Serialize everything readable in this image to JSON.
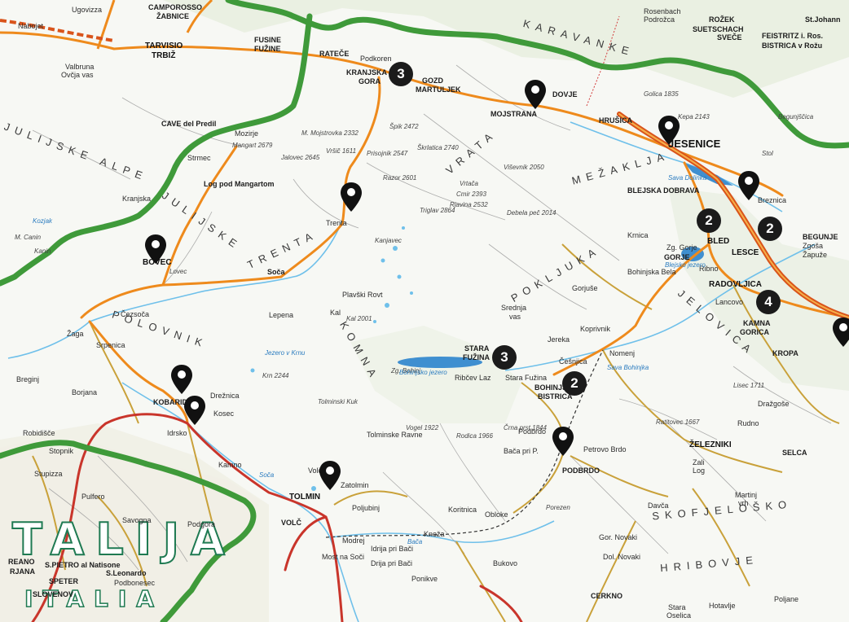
{
  "map": {
    "countries": {
      "italy": "TALIJA",
      "italy_alt": "ITALIA"
    },
    "regions": [
      "JULIJSKE ALPE",
      "KARAVANKE",
      "JULIJSKE",
      "TRENTA",
      "KOMNA",
      "POLOVNIK",
      "POKLJUKA",
      "JELOVICA",
      "VRATA",
      "MEŽAKLJA",
      "SKOFJELOŠKO",
      "HRIBOVJE"
    ],
    "towns_major": [
      "JESENICE",
      "BLED",
      "LESCE",
      "RADOVLJICA",
      "TOLMIN",
      "BOVEC",
      "ŽELEZNIKI",
      "TARVISIO",
      "TRBIŽ"
    ],
    "towns": [
      "CAMPOROSSO",
      "ŽABNICE",
      "Ugovizza",
      "Nabojet",
      "Valbruna",
      "Ovčja vas",
      "FUSINE",
      "FUŽINE",
      "RATEČE",
      "Podkoren",
      "KRANJSKA",
      "GORA",
      "GOZD",
      "MARTULJEK",
      "DOVJE",
      "MOJSTRANA",
      "HRUŠICA",
      "Rosenbach",
      "Podrožca",
      "ROŽEK",
      "SUETSCHACH",
      "SVEČE",
      "FEISTRITZ i. Ros.",
      "BISTRICA v Rožu",
      "St.Johann",
      "BLEJSKA DOBRAVA",
      "Breznica",
      "BEGUNJE",
      "Zgoša",
      "Žapuže",
      "Lancovo",
      "KAMNA",
      "GORICA",
      "KROPA",
      "Dražgoše",
      "Rudno",
      "Zali",
      "Log",
      "SELCA",
      "Martinj",
      "vrh",
      "Davča",
      "Gor. Novaki",
      "Dol. Novaki",
      "Stara",
      "Oselica",
      "Hotavlje",
      "Poljane",
      "CERKNO",
      "Bukovo",
      "Kneža",
      "Koritnica",
      "Obloke",
      "Ponikve",
      "Drija pri Bači",
      "Modrej",
      "Most na Soči",
      "Idrija pri Bači",
      "Poljubinj",
      "Volče",
      "VOLČ",
      "Kamno",
      "Idrsko",
      "KOBARID",
      "Drežnica",
      "Kosec",
      "Srpenica",
      "Žaga",
      "Čezsoča",
      "Log pod Mangartom",
      "Strmec",
      "Soča",
      "Trenta",
      "Lepena",
      "Kal",
      "Zg. Gorje",
      "GORJE",
      "BOHINJSKA",
      "BISTRICA",
      "STARA",
      "FUŽINA",
      "Srednja",
      "vas",
      "Jereka",
      "Koprivnik",
      "Češnjica",
      "Nomenj",
      "Gorjuše",
      "Podbrdo",
      "PODBRDO",
      "Bača pri P.",
      "Petrovo Brdo",
      "Breginj",
      "Borjana",
      "Robidišče",
      "Stupizza",
      "Pulfero",
      "Savogna",
      "S.PIETRO al Natisone",
      "SPETER",
      "S.Leonardo",
      "Podbonesec",
      "REANO",
      "RJANA",
      "SLOVENOV",
      "Podgora",
      "CAVE del Predil",
      "Mozirje",
      "Ribčev Laz",
      "Stara Fužina",
      "Krnica",
      "Bohinjska Bela",
      "Ribno",
      "Plavški Rovt",
      "Kranjska",
      "Tolminske Ravne",
      "Zatolmin",
      "Stopnik"
    ],
    "peaks": [
      "Mangart 2679",
      "Jalovec 2645",
      "Triglav 2864",
      "Prisojnik 2547",
      "Razor 2601",
      "Škrlatica 2740",
      "Kanin",
      "M. Canin",
      "Krn 2244",
      "Tolminski Kuk",
      "Rodica 1966",
      "Črna prst 1844",
      "Porezen",
      "Vogel 1922",
      "Debela peč 2014",
      "Kanjavec",
      "Stol",
      "Golica 1835",
      "Kepa 2143",
      "Begunjščica",
      "Kal 2001",
      "Lovec",
      "Špik 2472",
      "Rjavina 2532",
      "Vrtača",
      "Cmir 2393",
      "Viševnik 2050",
      "M. Mojstrovka 2332",
      "Vršič 1611",
      "Ratitovec 1667",
      "Lisec 1711",
      "Zg. Bohinj"
    ],
    "water": [
      "Bohinjsko jezero",
      "Blejsko jezero",
      "Soča",
      "Sava Bohinjka",
      "Sava Dolinka",
      "Jezero v Krnu",
      "Kozjak",
      "Bača"
    ],
    "markers": {
      "badges": [
        "3",
        "2",
        "2",
        "4",
        "3",
        "2"
      ]
    }
  },
  "colors": {
    "border": "#3f9a3a",
    "main_road": "#ee8a1c",
    "secondary_road": "#c9a13a",
    "italy_road": "#c9352b",
    "water": "#6fc0ea",
    "lake": "#3f8fd0",
    "badge": "#1b1b1b",
    "pin": "#111111",
    "relief": "#dfe7d5"
  }
}
